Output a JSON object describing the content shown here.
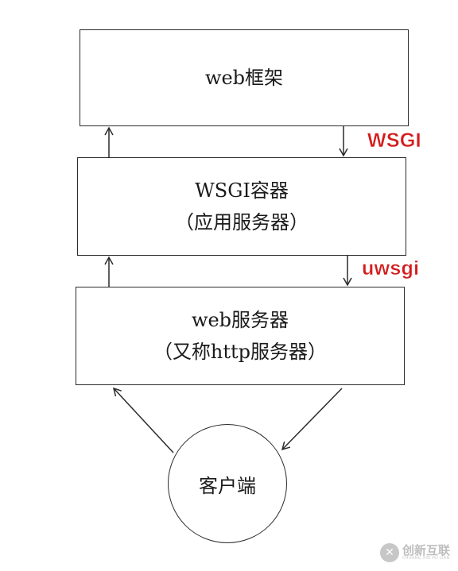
{
  "boxes": {
    "framework": {
      "line1": "web框架"
    },
    "wsgi_container": {
      "line1": "WSGI容器",
      "line2": "（应用服务器）"
    },
    "web_server": {
      "line1": "web服务器",
      "line2": "（又称http服务器）"
    }
  },
  "client": {
    "label": "客户端"
  },
  "protocols": {
    "wsgi": "WSGI",
    "uwsgi": "uwsgi"
  },
  "colors": {
    "protocol_label": "#d41c1c",
    "line": "#2b2b2b"
  },
  "watermark": {
    "main": "创新互联",
    "sub": "CHUANG XIN HU LIAN"
  }
}
